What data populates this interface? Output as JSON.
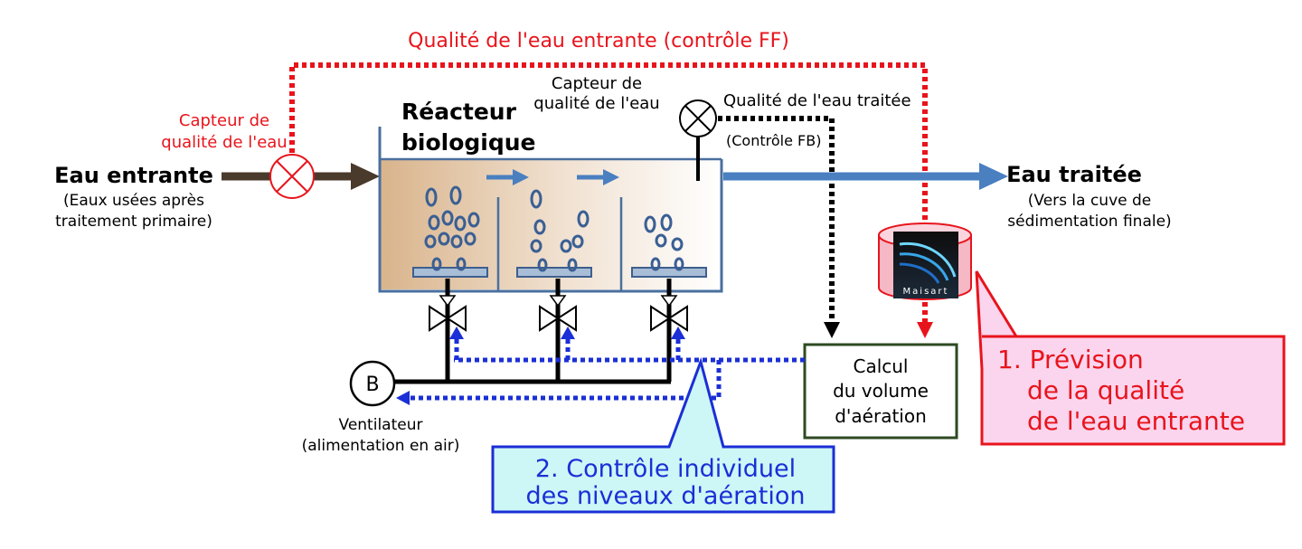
{
  "title_ff": "Qualité de l'eau entrante (contrôle FF)",
  "inlet_sensor": {
    "line1": "Capteur de",
    "line2": "qualité de l'eau"
  },
  "inflow": {
    "title": "Eau entrante",
    "sub1": "(Eaux usées après",
    "sub2": "traitement primaire)"
  },
  "reactor": {
    "line1": "Réacteur",
    "line2": "biologique"
  },
  "outlet_sensor": {
    "line1": "Capteur de",
    "line2": "qualité de l'eau"
  },
  "treated_quality": "Qualité de l'eau traitée",
  "fb_control": "(Contrôle FB)",
  "outflow": {
    "title": "Eau traitée",
    "sub1": "(Vers la cuve de",
    "sub2": "sédimentation finale)"
  },
  "logo_text": "Maisart",
  "calc_box": {
    "line1": "Calcul",
    "line2": "du volume",
    "line3": "d'aération"
  },
  "blower": {
    "symbol": "B",
    "line1": "Ventilateur",
    "line2": "(alimentation en air)"
  },
  "callout1": {
    "line1": "1. Prévision",
    "line2": "de la qualité",
    "line3": "de l'eau entrante"
  },
  "callout2": {
    "line1": "2. Contrôle individuel",
    "line2": "des niveaux d'aération"
  },
  "colors": {
    "red": "#e8141c",
    "blue": "#1a2fd6",
    "flow_blue": "#4a7fc0",
    "brown": "#4a3a2c",
    "dark_green": "#2e4a22",
    "callout_pink": "#fbd5ee",
    "callout_cyan": "#cdf6f6"
  }
}
